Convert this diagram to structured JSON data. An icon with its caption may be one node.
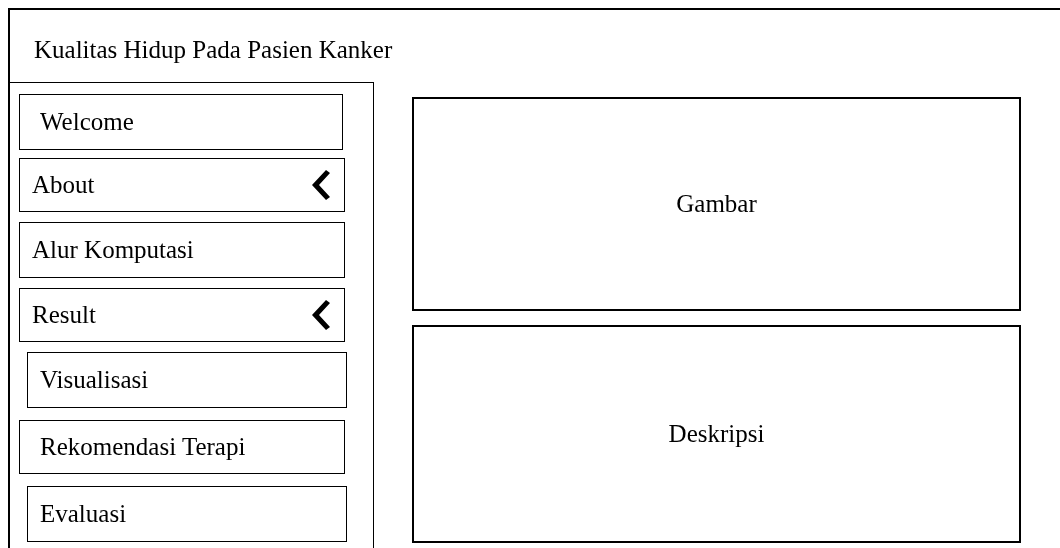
{
  "diagram": {
    "nodes": [
      {
        "text": [
          "Kualitas Hidup Pada Pasien Kanker"
        ]
      },
      {
        "text": [],
        "shape": "box",
        "in": 0
      },
      {
        "text": [
          "Welcome"
        ],
        "in": 1
      },
      {
        "text": [
          "About"
        ],
        "in": 1
      },
      {
        "text": [
          "Alur Komputasi"
        ],
        "in": 1
      },
      {
        "text": [
          "Result"
        ],
        "in": 1
      },
      {
        "text": [
          "Visualisasi"
        ],
        "in": 1
      },
      {
        "text": [
          "Rekomendasi Terapi"
        ],
        "in": 1
      },
      {
        "text": [
          "Evaluasi"
        ],
        "in": 1
      },
      {
        "text": [
          "Gambar"
        ],
        "in": 0
      },
      {
        "text": [
          "Deskripsi"
        ],
        "in": 0
      }
    ]
  }
}
